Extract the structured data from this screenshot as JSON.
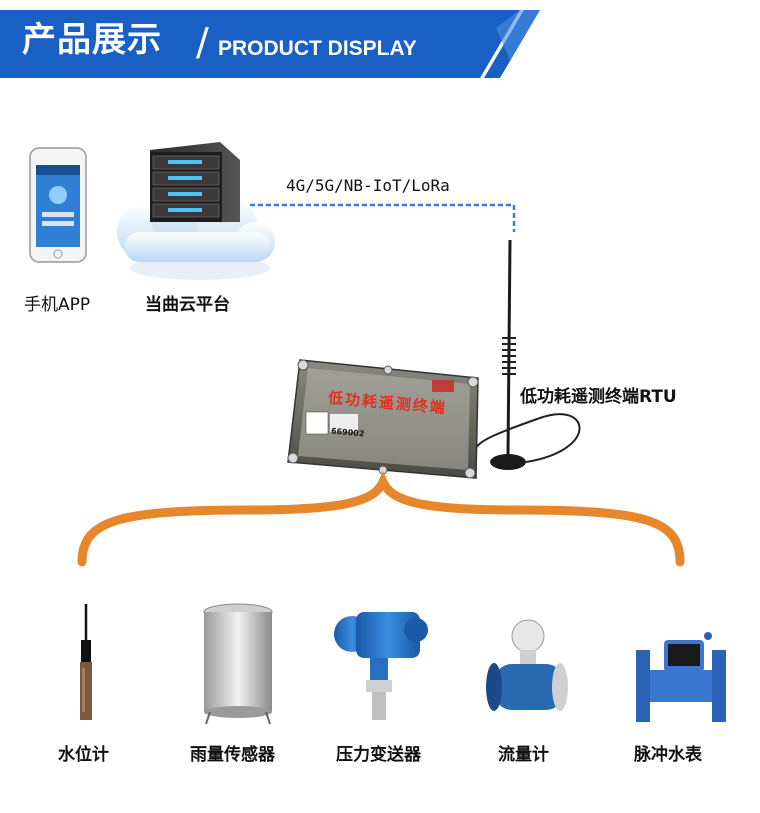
{
  "header": {
    "title_cn": "产品展示",
    "slash": "/",
    "title_en": "PRODUCT DISPLAY"
  },
  "top": {
    "phone_label": "手机APP",
    "cloud_label": "当曲云平台",
    "link_label": "4G/5G/NB-IoT/LoRa",
    "rtu_label": "低功耗遥测终端RTU",
    "device_text": "低功耗遥测终端",
    "device_id": "669002"
  },
  "sensors": [
    {
      "label": "水位计"
    },
    {
      "label": "雨量传感器"
    },
    {
      "label": "压力变送器"
    },
    {
      "label": "流量计"
    },
    {
      "label": "脉冲水表"
    }
  ],
  "colors": {
    "banner_blue": "#1a5fc4",
    "banner_light": "#4a8de0",
    "dashed_link": "#3a7fd0",
    "brace_orange": "#e8862c",
    "device_red": "#e0301e"
  }
}
